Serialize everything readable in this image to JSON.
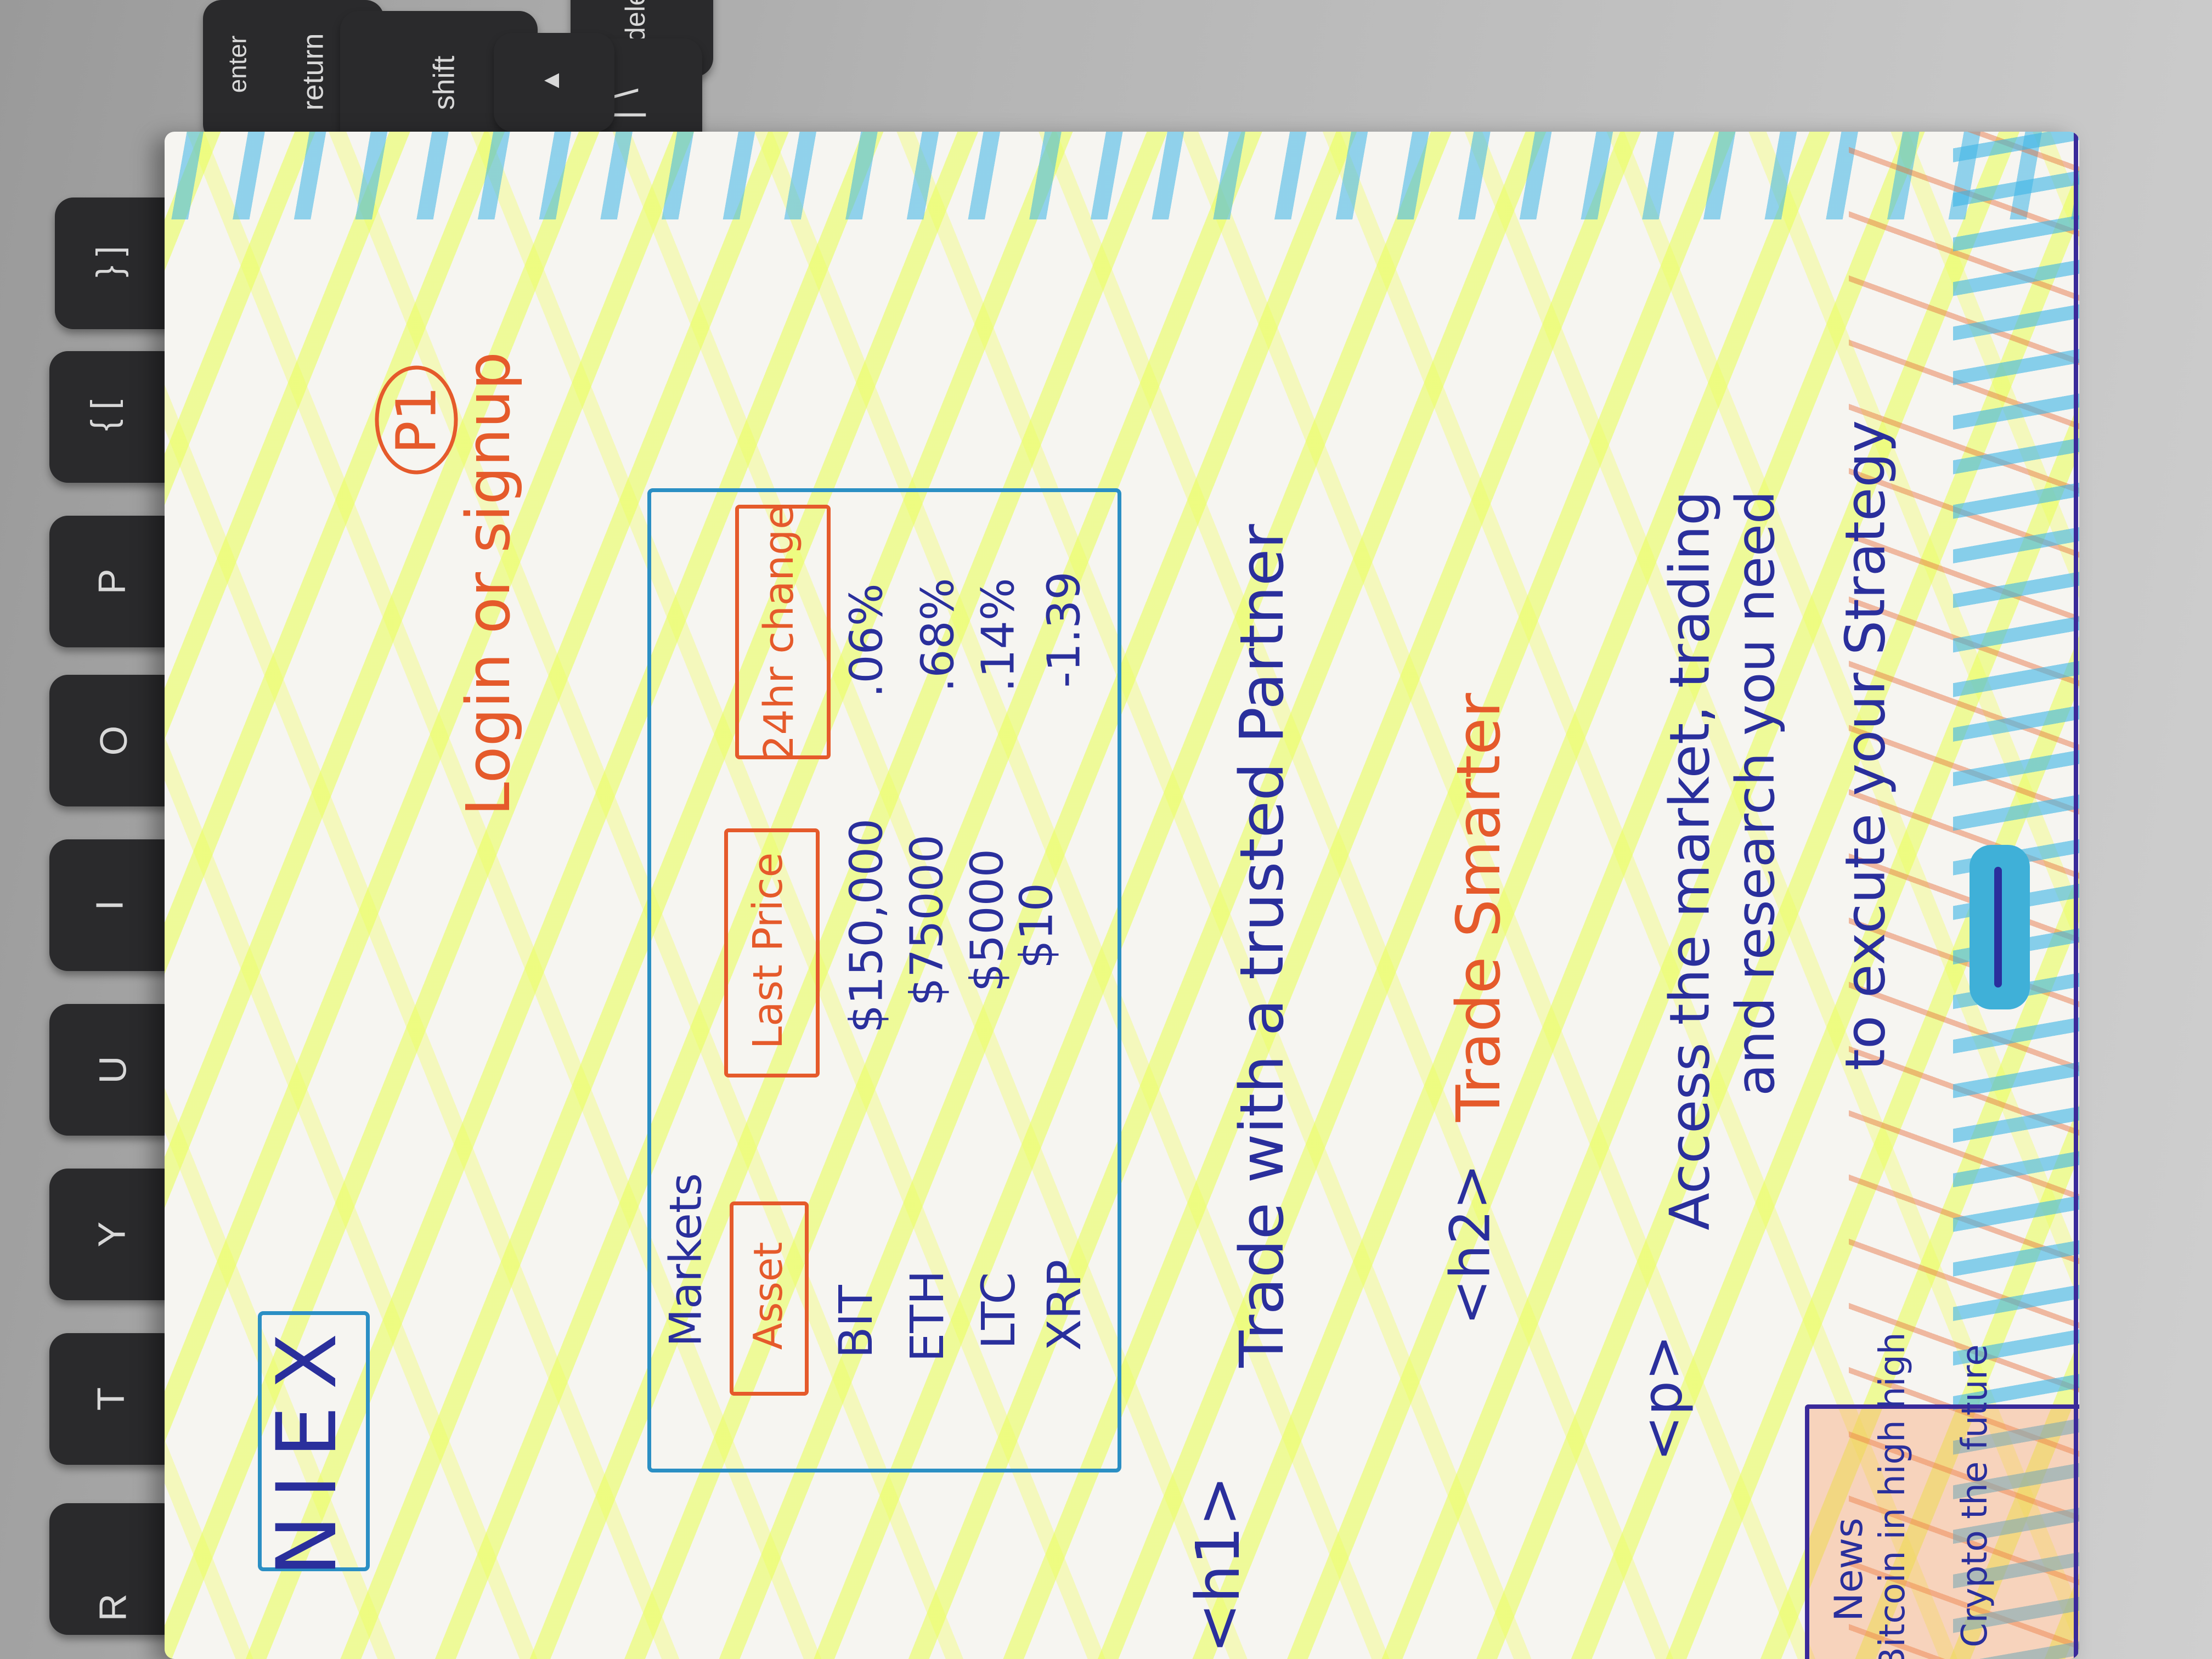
{
  "header": {
    "logo": "NIEX",
    "auth_link": "Login or signup",
    "page_badge": "P1"
  },
  "markets": {
    "title": "Markets",
    "columns": [
      "Asset",
      "Last Price",
      "24hr change"
    ],
    "rows": [
      {
        "asset": "BIT",
        "price": "$150,000",
        "change": ".06%"
      },
      {
        "asset": "ETH",
        "price": "$75000",
        "change": ".68%"
      },
      {
        "asset": "LTC",
        "price": "$5000",
        "change": ".14%"
      },
      {
        "asset": "XRP",
        "price": "$10",
        "change": "-1.39"
      }
    ]
  },
  "hero": {
    "h1_tag": "<h1>",
    "h1_text": "Trade with a trusted Partner",
    "h2_tag": "<h2>",
    "h2_text": "Trade Smarter",
    "p_tag": "<p>",
    "p_line1": "Access the market, trading",
    "p_line2": "and research you need",
    "p_line3": "to excute your Strategy"
  },
  "news": {
    "title": "News",
    "item1": "· Bitcoin in high high",
    "item2": "· Crypto the future"
  },
  "keyboard": {
    "enter": "enter",
    "return": "return",
    "shift": "shift",
    "delete": "delete",
    "keys": [
      "R",
      "T",
      "Y",
      "U",
      "I",
      "O",
      "P",
      "{ [",
      "} ]",
      "| \\"
    ]
  },
  "colors": {
    "ink_blue": "#2a2f9c",
    "ink_orange": "#e55a2b",
    "marker_blue": "#2b8fc4",
    "highlighter_yellow": "#e8ff50"
  }
}
